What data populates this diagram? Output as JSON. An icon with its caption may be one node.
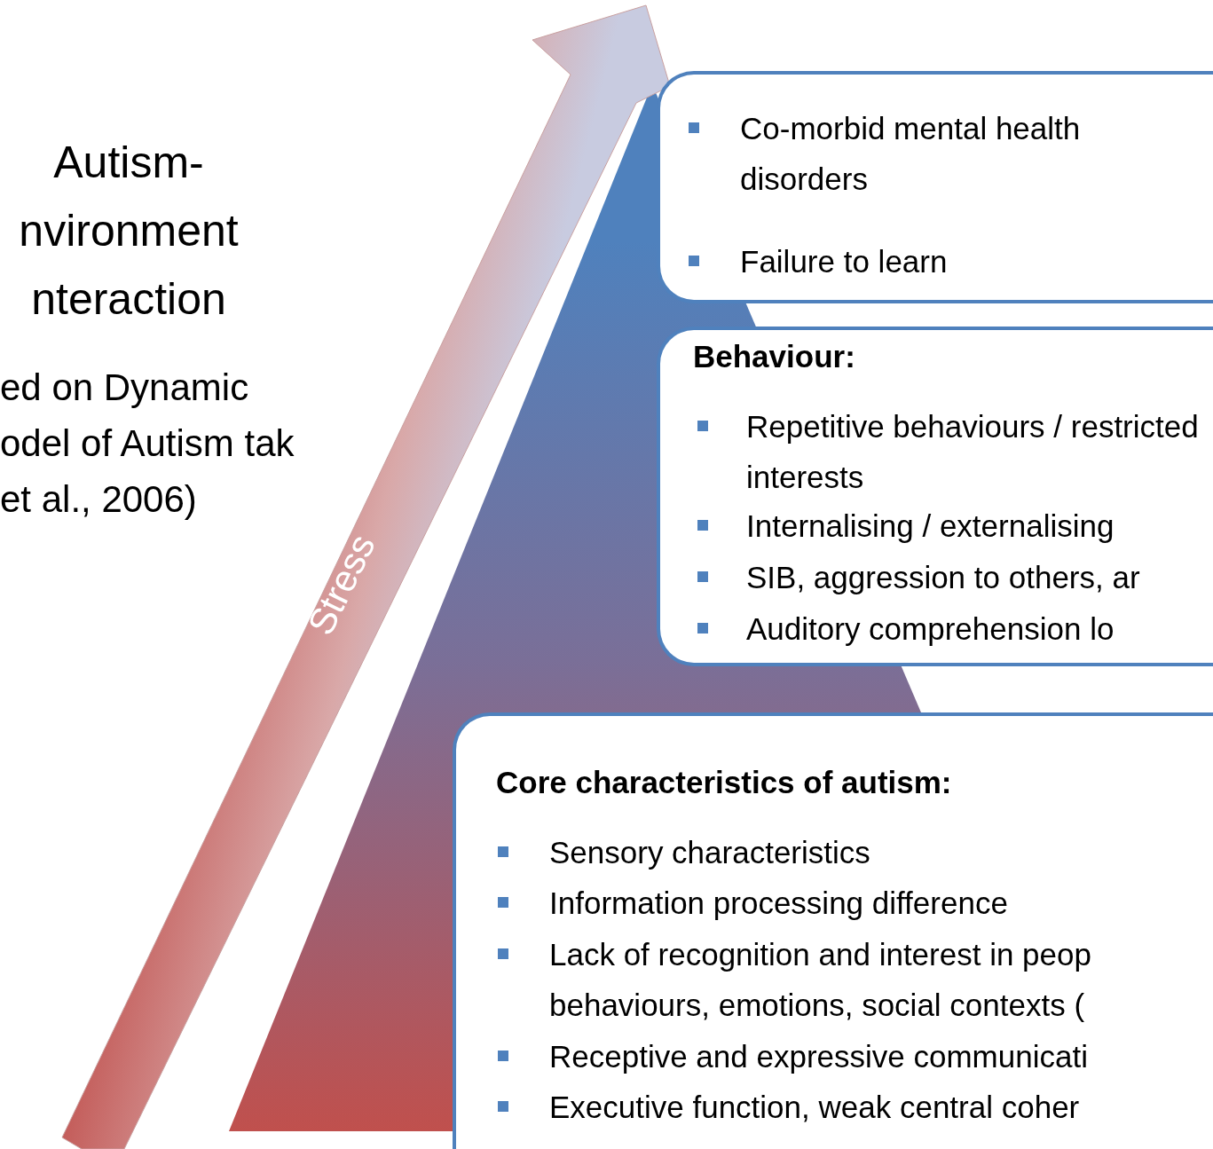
{
  "diagram": {
    "title": "Autism- nvironment nteraction",
    "nodes": [
      {
        "text": [
          "Co-morbid mental health disorders",
          "Failure to learn"
        ]
      },
      {
        "text": [
          "Behaviour:",
          "Repetitive behaviours / restricted interests",
          "Internalising / externalising",
          "SIB, aggression to others, ar",
          "Auditory comprehension lo"
        ]
      },
      {
        "text": [
          "Core characteristics of autism:",
          "Sensory characteristics",
          "Information processing difference",
          "Lack of recognition and interest in peop behaviours, emotions, social contexts (",
          "Receptive and expressive communicati",
          "Executive function, weak central coher"
        ]
      }
    ],
    "labels": [
      "ed on Dynamic odel of Autism tak et al., 2006)",
      "Stress"
    ]
  }
}
